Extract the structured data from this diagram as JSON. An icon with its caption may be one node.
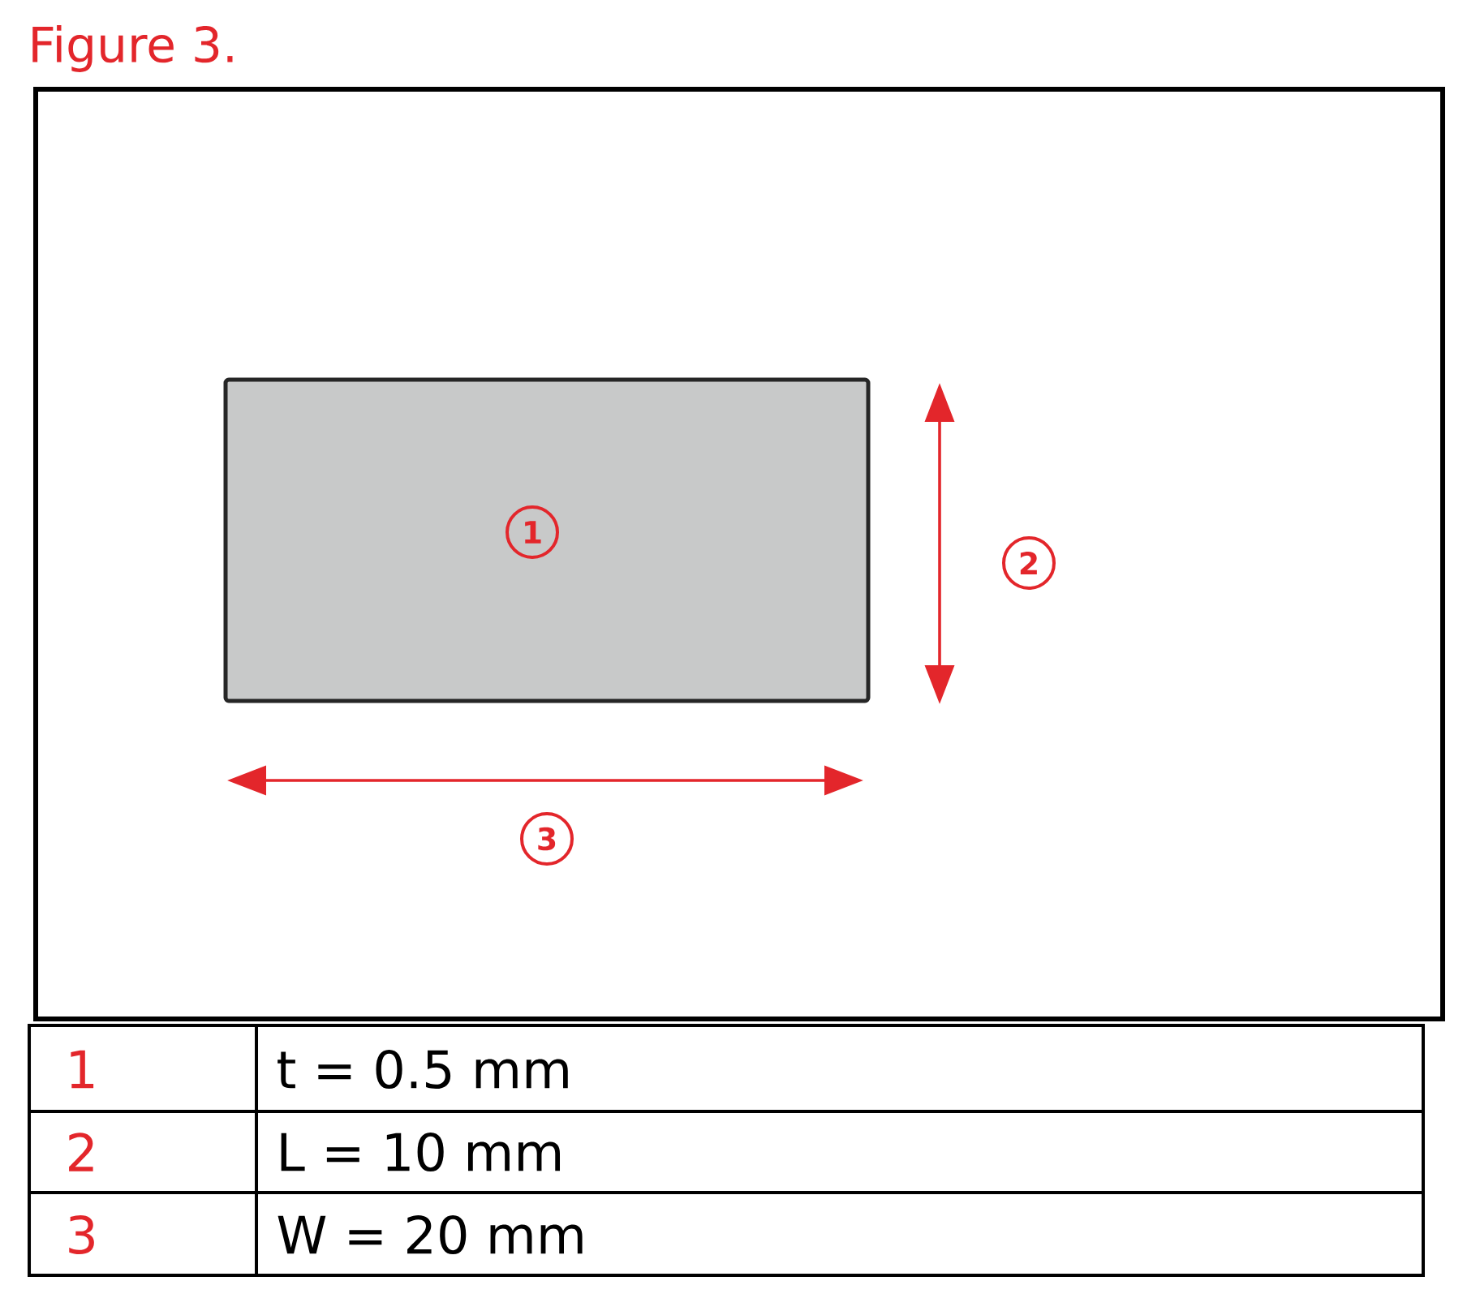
{
  "diagram": {
    "title": "Figure 3.",
    "nodes": [
      {
        "text": [],
        "shape": "box"
      },
      {
        "text": [
          "1"
        ],
        "in": 0
      },
      {
        "text": [
          "2"
        ]
      },
      {
        "text": [
          "3"
        ]
      }
    ],
    "labels": [
      "1",
      "t = 0.5 mm",
      "2",
      "L = 10 mm",
      "3",
      "W = 20 mm"
    ]
  }
}
